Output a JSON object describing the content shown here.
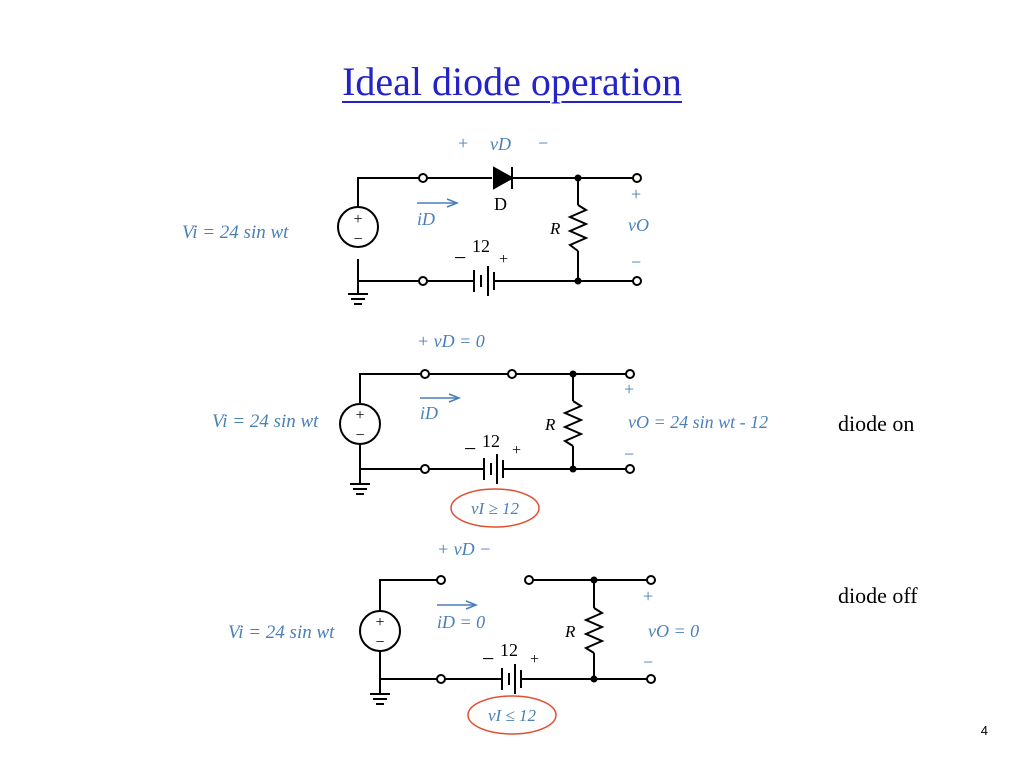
{
  "title": "Ideal diode operation",
  "page_number": "4",
  "circuit_top": {
    "source_label": "Vi = 24 sin wt",
    "source_plus": "+",
    "source_minus": "−",
    "vd_plus": "+",
    "vd_label": "vD",
    "vd_minus": "−",
    "diode_label": "D",
    "id_label": "iD",
    "battery_value": "12",
    "battery_minus": "−",
    "battery_plus": "+",
    "resistor_label": "R",
    "vo_plus": "+",
    "vo_label": "vO",
    "vo_minus": "−"
  },
  "circuit_mid": {
    "source_label": "Vi = 24 sin wt",
    "source_plus": "+",
    "source_minus": "−",
    "vd_label": "+ vD = 0",
    "id_label": "iD",
    "battery_value": "12",
    "battery_minus": "−",
    "battery_plus": "+",
    "resistor_label": "R",
    "vo_plus": "+",
    "vo_label": "vO = 24 sin wt - 12",
    "vo_minus": "−",
    "condition": "vI ≥ 12",
    "state": "diode on"
  },
  "circuit_bottom": {
    "source_label": "Vi = 24 sin wt",
    "source_plus": "+",
    "source_minus": "−",
    "vd_label": "+ vD −",
    "id_label": "iD = 0",
    "battery_value": "12",
    "battery_minus": "−",
    "battery_plus": "+",
    "resistor_label": "R",
    "vo_plus": "+",
    "vo_label": "vO = 0",
    "vo_minus": "−",
    "condition": "vI ≤ 12",
    "state": "diode off"
  },
  "colors": {
    "title": "#2323c8",
    "label_blue": "#4a7fb8",
    "highlight": "#e05030"
  }
}
